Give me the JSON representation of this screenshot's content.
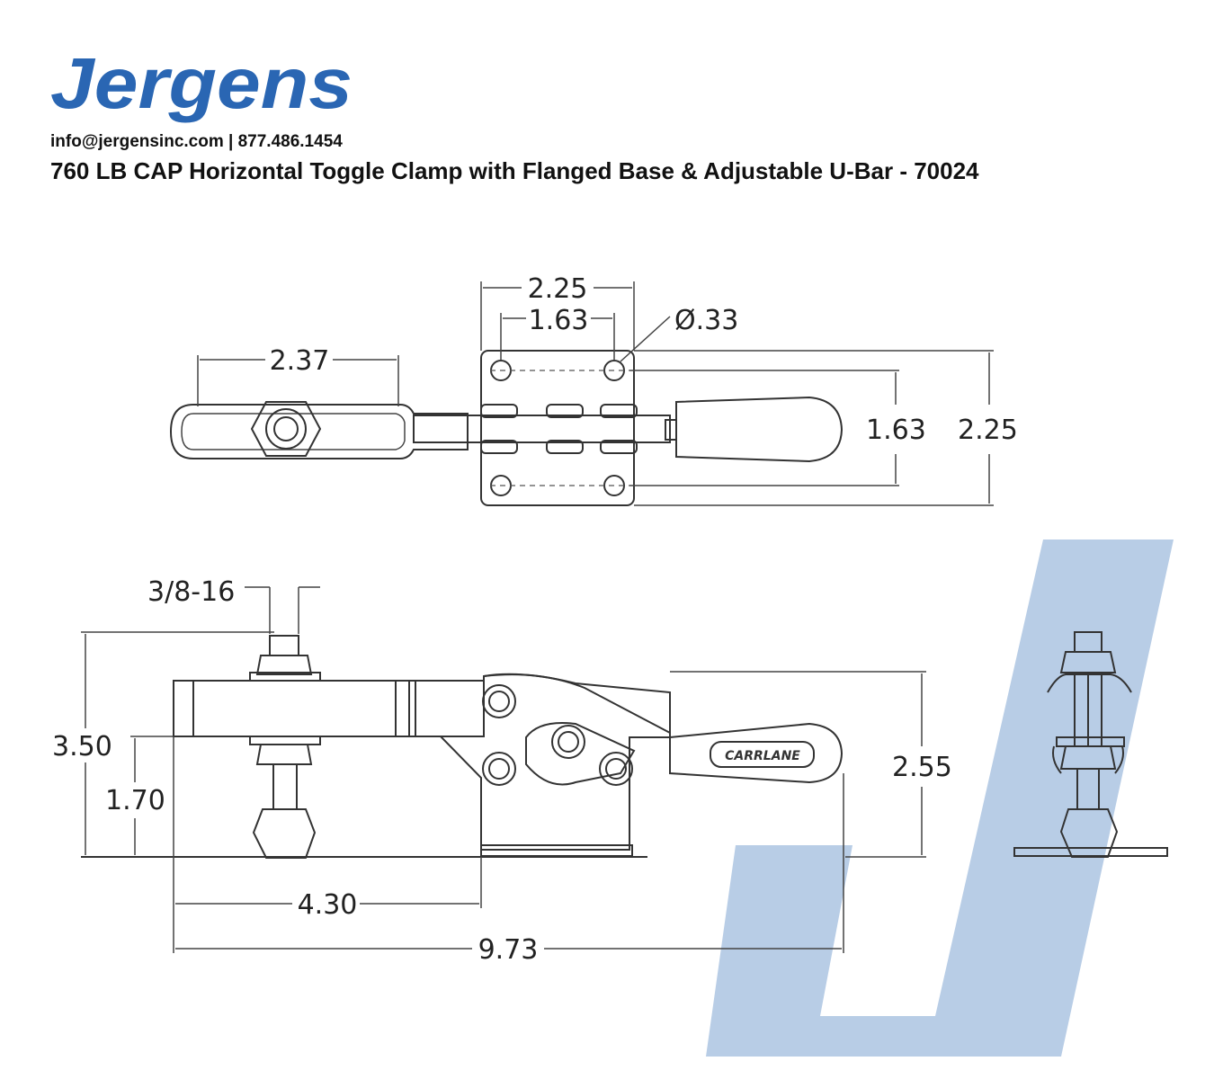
{
  "brand": {
    "logo_text": "Jergens",
    "logo_color": "#2a66b3",
    "watermark_color": "#b8cde6"
  },
  "header": {
    "contact": "info@jergensinc.com | 877.486.1454",
    "title": "760 LB CAP Horizontal Toggle Clamp with Flanged Base & Adjustable U-Bar - 70024"
  },
  "top_view": {
    "dim_handle_slot": "2.37",
    "dim_base_width": "2.25",
    "dim_hole_spacing_x": "1.63",
    "dim_hole_diameter": "Ø.33",
    "dim_hole_spacing_y": "1.63",
    "dim_base_depth": "2.25"
  },
  "side_view": {
    "dim_thread": "3/8-16",
    "dim_total_height": "3.50",
    "dim_bar_height": "1.70",
    "dim_handle_height": "2.55",
    "dim_spindle_to_base": "4.30",
    "dim_overall_length": "9.73"
  },
  "handle_label": "CARRLANE"
}
